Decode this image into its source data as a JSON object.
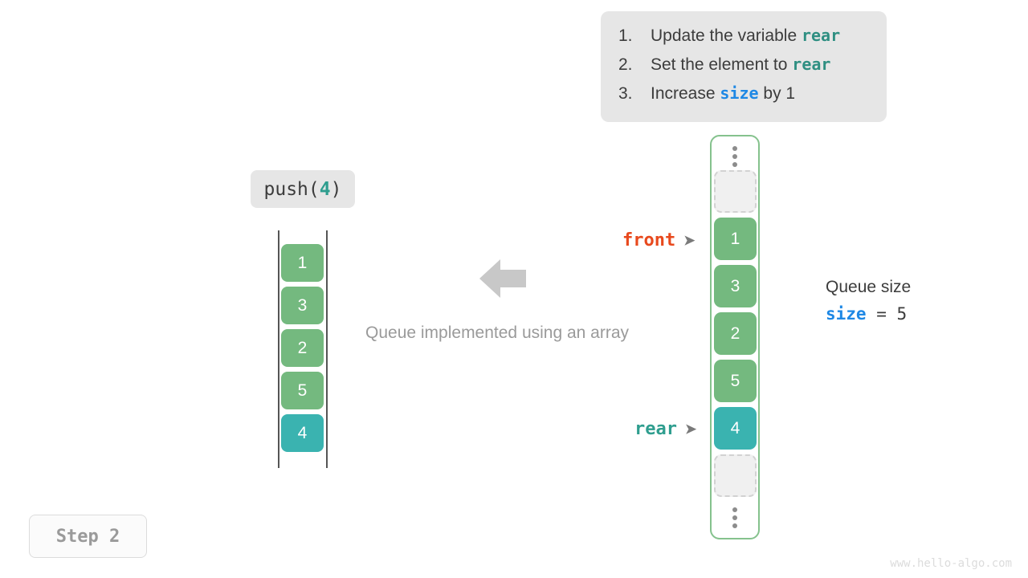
{
  "instructions": {
    "items": [
      {
        "num": "1.",
        "pre": "Update the variable ",
        "keyword": "rear",
        "keyword_color": "teal",
        "post": ""
      },
      {
        "num": "2.",
        "pre": "Set the element to ",
        "keyword": "rear",
        "keyword_color": "teal",
        "post": ""
      },
      {
        "num": "3.",
        "pre": "Increase ",
        "keyword": "size",
        "keyword_color": "blue",
        "post": " by 1"
      }
    ]
  },
  "operation": {
    "name": "push(",
    "argument": "4",
    "close": ")"
  },
  "array_view": {
    "cells": [
      "1",
      "3",
      "2",
      "5",
      "4"
    ],
    "highlight_index": 4
  },
  "queue_view": {
    "top_ellipsis": "vertical-dots",
    "bottom_ellipsis": "vertical-dots",
    "cells": [
      {
        "value": "",
        "state": "empty"
      },
      {
        "value": "1",
        "state": "filled"
      },
      {
        "value": "3",
        "state": "filled"
      },
      {
        "value": "2",
        "state": "filled"
      },
      {
        "value": "5",
        "state": "filled"
      },
      {
        "value": "4",
        "state": "highlight"
      },
      {
        "value": "",
        "state": "empty"
      }
    ]
  },
  "pointers": {
    "front": {
      "label": "front",
      "arrow": "➤"
    },
    "rear": {
      "label": "rear",
      "arrow": "➤"
    }
  },
  "caption": "Queue implemented using an array",
  "size_info": {
    "title": "Queue size",
    "variable": "size",
    "operator": "=",
    "value": "5"
  },
  "step_badge": "Step 2",
  "watermark": "www.hello-algo.com",
  "colors": {
    "green_cell": "#74b97f",
    "teal_cell": "#3ab3b0",
    "teal_text": "#2f9e8f",
    "blue_text": "#1e88e5",
    "front_orange": "#e8491d",
    "panel_gray": "#e6e6e6",
    "container_border": "#85c28d",
    "arrow_gray": "#c8c8c8"
  }
}
